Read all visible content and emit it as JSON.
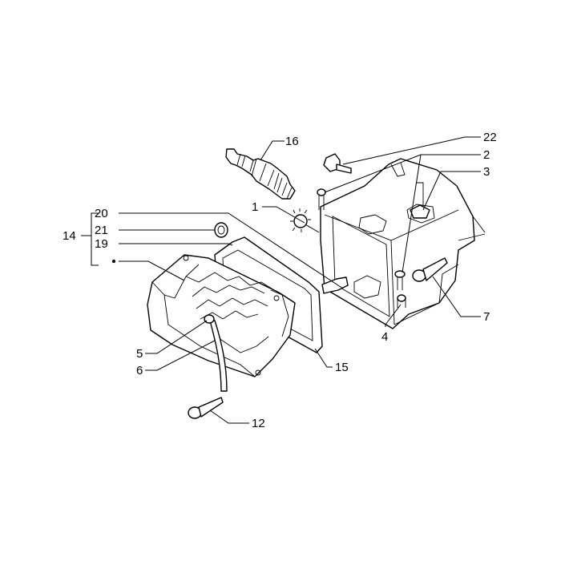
{
  "callouts": {
    "c1": "1",
    "c2": "2",
    "c3": "3",
    "c4": "4",
    "c5": "5",
    "c6": "6",
    "c7": "7",
    "c12": "12",
    "c14": "14",
    "c15": "15",
    "c16": "16",
    "c19": "19",
    "c20": "20",
    "c21": "21",
    "c22": "22"
  }
}
